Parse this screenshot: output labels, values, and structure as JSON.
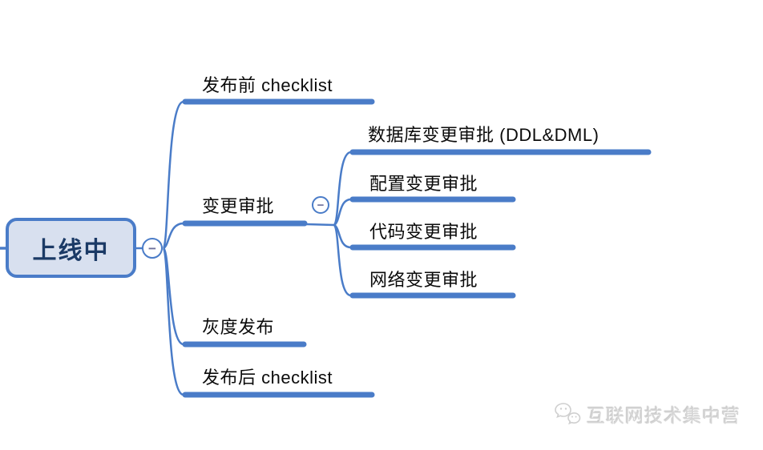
{
  "root": {
    "label": "上线中"
  },
  "branches": [
    {
      "label": "发布前 checklist"
    },
    {
      "label": "变更审批",
      "children": [
        {
          "label": "数据库变更审批 (DDL&DML)"
        },
        {
          "label": "配置变更审批"
        },
        {
          "label": "代码变更审批"
        },
        {
          "label": "网络变更审批"
        }
      ]
    },
    {
      "label": "灰度发布"
    },
    {
      "label": "发布后 checklist"
    }
  ],
  "ui": {
    "toggle_symbol": "−"
  },
  "watermark": {
    "text": "互联网技术集中营",
    "icon": "wechat-chat-bubbles-icon"
  },
  "colors": {
    "branch_line": "#4a7cc8",
    "root_fill": "#d8e0ef",
    "root_border": "#4a7cc8",
    "root_text": "#1b3a66",
    "label_text": "#0b0b0b",
    "toggle_glyph": "#6d6f9b",
    "watermark_gray": "#d6d6d6",
    "background": "#ffffff"
  }
}
